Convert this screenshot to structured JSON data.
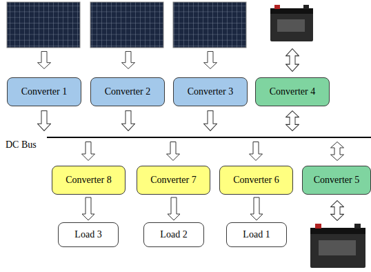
{
  "diagram": {
    "nodes": [
      {
        "text": [
          "Converter 1"
        ]
      },
      {
        "text": [
          "Converter 2"
        ]
      },
      {
        "text": [
          "Converter 3"
        ]
      },
      {
        "text": [
          "Converter 4"
        ]
      },
      {
        "text": [
          "Converter 8"
        ]
      },
      {
        "text": [
          "Converter 7"
        ]
      },
      {
        "text": [
          "Converter 6"
        ]
      },
      {
        "text": [
          "Converter 5"
        ]
      },
      {
        "text": [
          "Load 3"
        ]
      },
      {
        "text": [
          "Load 2"
        ]
      },
      {
        "text": [
          "Load 1"
        ]
      }
    ],
    "edges": [
      {
        "from": 4,
        "to": 8,
        "arrow": "to"
      },
      {
        "from": 5,
        "to": 9,
        "arrow": "to"
      },
      {
        "from": 6,
        "to": 10,
        "arrow": "to"
      }
    ],
    "labels": [
      "DC Bus"
    ]
  }
}
